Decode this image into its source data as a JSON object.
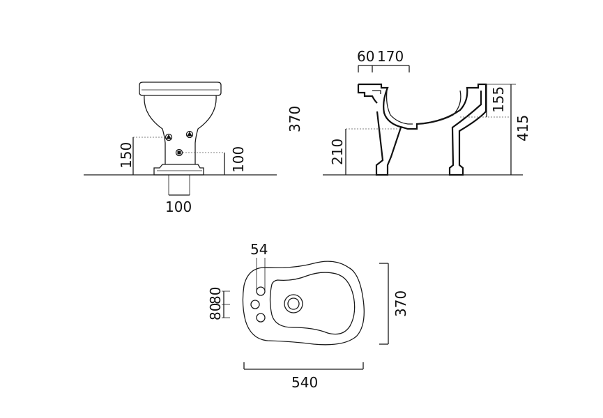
{
  "front_view": {
    "dim_height_inlet": "150",
    "dim_height_outlet": "100",
    "dim_width_outlet": "100"
  },
  "side_view": {
    "dim_top_60": "60",
    "dim_top_170": "170",
    "dim_rim_155": "155",
    "dim_total_415": "415",
    "dim_mid_210": "210",
    "dim_overall_370": "370"
  },
  "plan_view": {
    "dim_hole_54": "54",
    "dim_spacing_a": "80",
    "dim_spacing_b": "80",
    "dim_depth_370": "370",
    "dim_width_540": "540"
  }
}
